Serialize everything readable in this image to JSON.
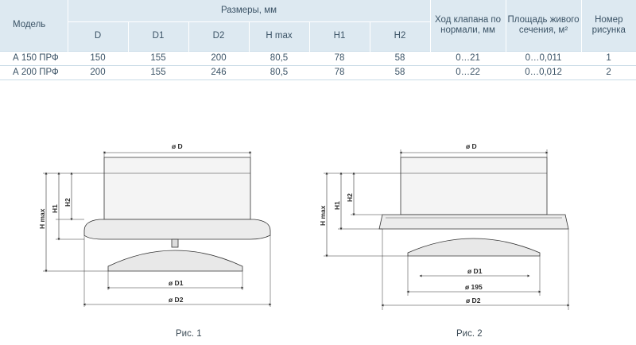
{
  "table": {
    "header": {
      "model": "Модель",
      "dimensions": "Размеры, мм",
      "valve_travel": "Ход клапана по нормали, мм",
      "area": "Площадь живого сечения, м²",
      "figure_no": "Номер рисунка",
      "dims": [
        "D",
        "D1",
        "D2",
        "H max",
        "H1",
        "H2"
      ]
    },
    "rows": [
      {
        "model": "А 150 ПРФ",
        "D": "150",
        "D1": "155",
        "D2": "200",
        "Hmax": "80,5",
        "H1": "78",
        "H2": "58",
        "travel": "0…21",
        "area": "0…0,011",
        "fig": "1"
      },
      {
        "model": "А 200 ПРФ",
        "D": "200",
        "D1": "155",
        "D2": "246",
        "Hmax": "80,5",
        "H1": "78",
        "H2": "58",
        "travel": "0…22",
        "area": "0…0,012",
        "fig": "2"
      }
    ]
  },
  "figure1": {
    "caption": "Рис. 1",
    "labels": {
      "D": "ø D",
      "D1": "ø D1",
      "D2": "ø D2",
      "H2": "H2",
      "H1": "H1",
      "Hmax": "H max"
    }
  },
  "figure2": {
    "caption": "Рис. 2",
    "labels": {
      "D": "ø D",
      "D1": "ø D1",
      "d195": "ø 195",
      "D2": "ø D2",
      "H2": "H2",
      "H1": "H1",
      "Hmax": "H max"
    }
  }
}
